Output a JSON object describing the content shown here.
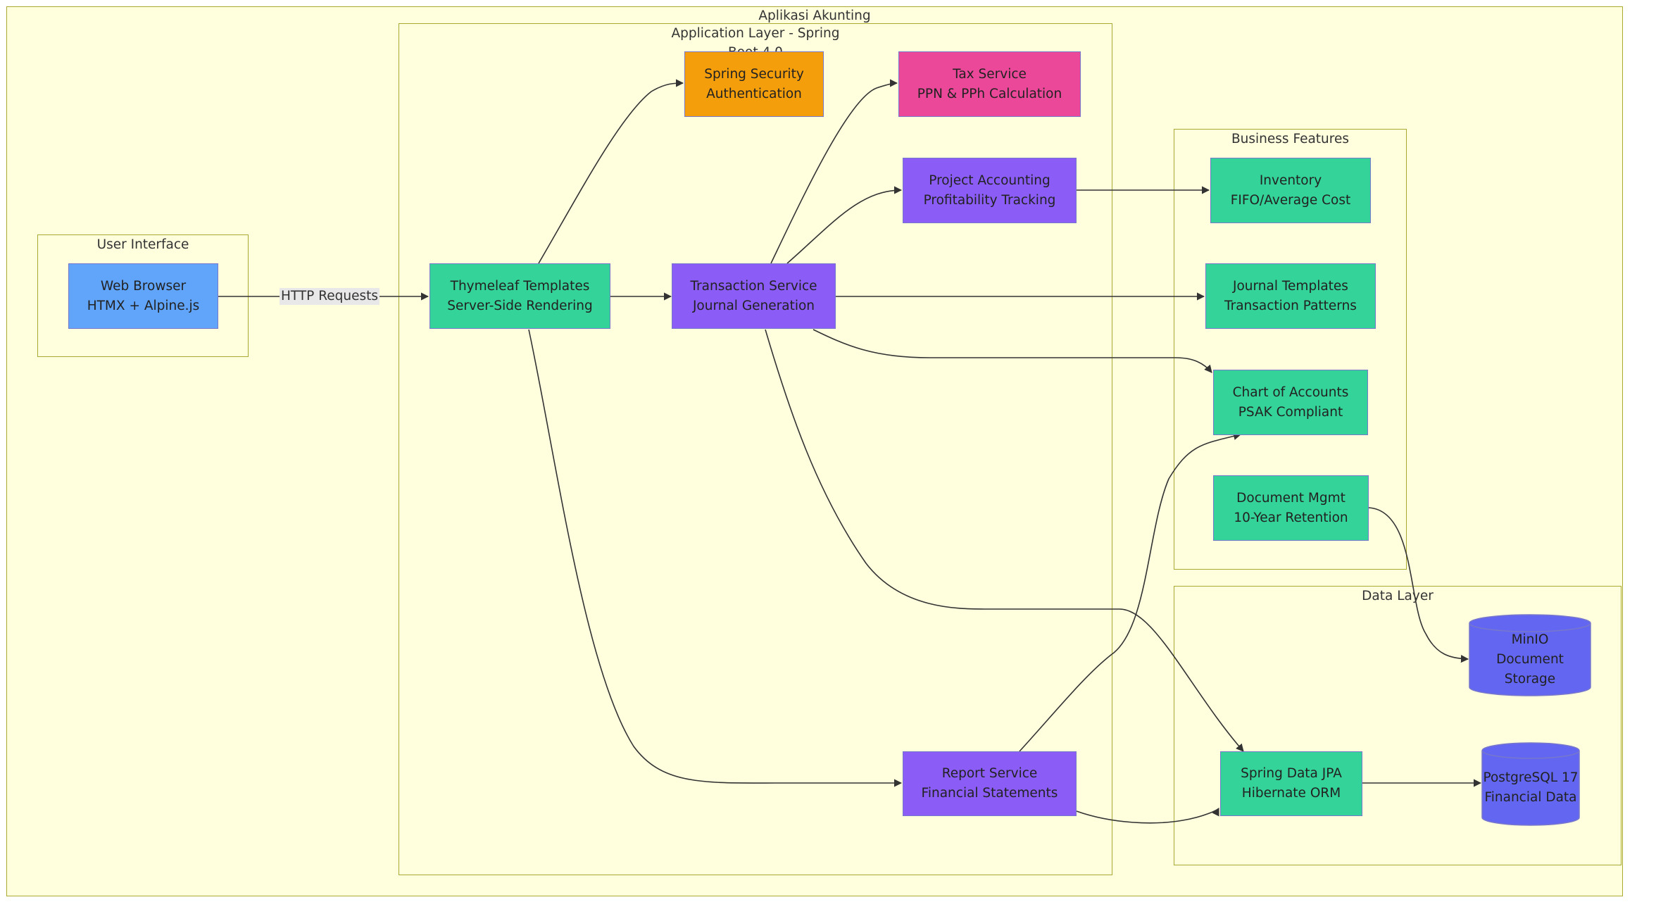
{
  "clusters": {
    "outer": "Aplikasi Akunting",
    "ui": "User Interface",
    "app_line1": "Application Layer - Spring",
    "app_line2": "Boot 4.0",
    "business": "Business Features",
    "data": "Data Layer"
  },
  "nodes": {
    "browser": {
      "line1": "Web Browser",
      "line2": "HTMX + Alpine.js",
      "color": "#60a5fa"
    },
    "thymeleaf": {
      "line1": "Thymeleaf Templates",
      "line2": "Server-Side Rendering",
      "color": "#34d399"
    },
    "security": {
      "line1": "Spring Security",
      "line2": "Authentication",
      "color": "#f59e0b"
    },
    "transaction": {
      "line1": "Transaction Service",
      "line2": "Journal Generation",
      "color": "#8b5cf6"
    },
    "tax": {
      "line1": "Tax Service",
      "line2": "PPN & PPh Calculation",
      "color": "#ec4899"
    },
    "project": {
      "line1": "Project Accounting",
      "line2": "Profitability Tracking",
      "color": "#8b5cf6"
    },
    "report": {
      "line1": "Report Service",
      "line2": "Financial Statements",
      "color": "#8b5cf6"
    },
    "inventory": {
      "line1": "Inventory",
      "line2": "FIFO/Average Cost",
      "color": "#34d399"
    },
    "journal_templates": {
      "line1": "Journal Templates",
      "line2": "Transaction Patterns",
      "color": "#34d399"
    },
    "coa": {
      "line1": "Chart of Accounts",
      "line2": "PSAK Compliant",
      "color": "#34d399"
    },
    "document": {
      "line1": "Document Mgmt",
      "line2": "10-Year Retention",
      "color": "#34d399"
    },
    "jpa": {
      "line1": "Spring Data JPA",
      "line2": "Hibernate ORM",
      "color": "#34d399"
    },
    "minio": {
      "line1": "MinIO",
      "line2": "Document Storage",
      "color": "#6366f1"
    },
    "postgres": {
      "line1": "PostgreSQL 17",
      "line2": "Financial Data",
      "color": "#6366f1"
    }
  },
  "edges": {
    "browser_to_thymeleaf_label": "HTTP Requests"
  }
}
